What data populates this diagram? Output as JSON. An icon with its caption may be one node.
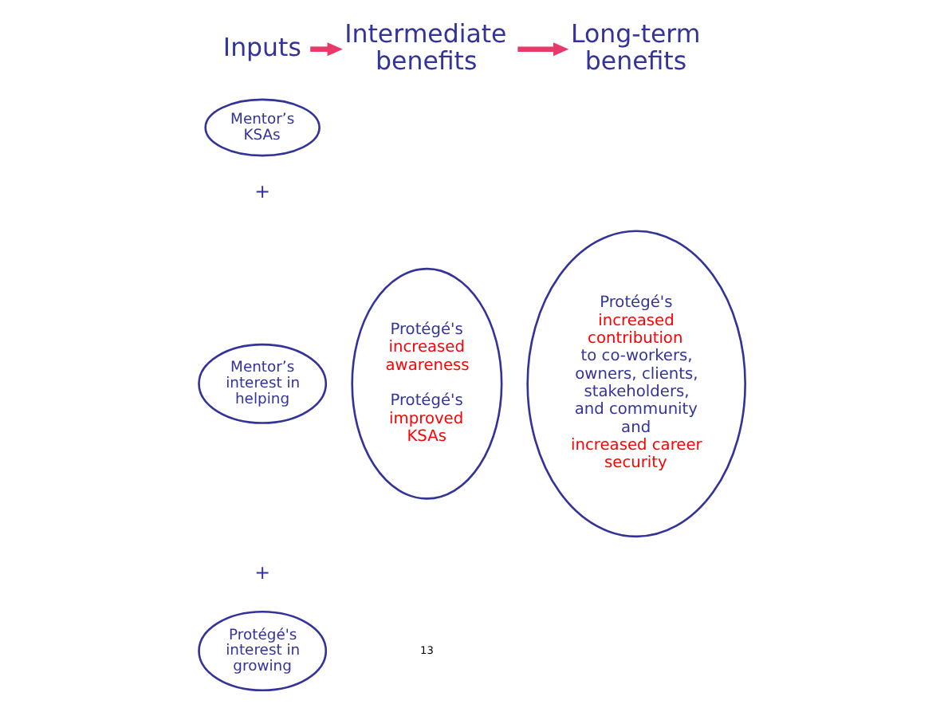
{
  "diagram": {
    "nodes": [
      {
        "text": [
          "Inputs"
        ]
      },
      {
        "text": [
          "Intermediate benefits"
        ]
      },
      {
        "text": [
          "Long-term benefits"
        ]
      },
      {
        "text": [
          "Mentor’s KSAs"
        ]
      },
      {
        "text": [
          "Mentor’s interest in helping"
        ]
      },
      {
        "text": [
          "Protégé's interest in growing"
        ]
      },
      {
        "text": [
          "Protégé's",
          "increased awareness",
          "Protégé's",
          "improved KSAs"
        ]
      },
      {
        "text": [
          "Protégé's",
          "increased contribution",
          "to co-workers, owners, clients, stakeholders, and community and",
          "increased career security"
        ]
      }
    ],
    "edges": [
      {
        "from": 0,
        "to": 1,
        "arrow": "to"
      },
      {
        "from": 1,
        "to": 2,
        "arrow": "to"
      }
    ],
    "labels": [
      "+",
      "+",
      "13"
    ]
  }
}
